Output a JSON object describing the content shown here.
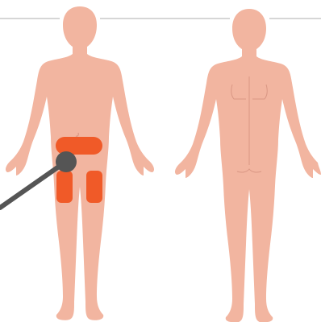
{
  "colors": {
    "background": "#ffffff",
    "skin": "#f2b5a0",
    "skin_line": "#d99784",
    "injection_site": "#f05a28",
    "pointer_head": "#555555",
    "pointer_shaft": "#555555",
    "divider": "#c8c8c8"
  },
  "figures": [
    {
      "view": "front",
      "injection_sites": [
        "abdomen",
        "left-thigh",
        "right-thigh"
      ]
    },
    {
      "view": "back",
      "injection_sites": []
    }
  ],
  "pointer": {
    "icon": "pointer-pin-icon",
    "target": "left-thigh"
  }
}
